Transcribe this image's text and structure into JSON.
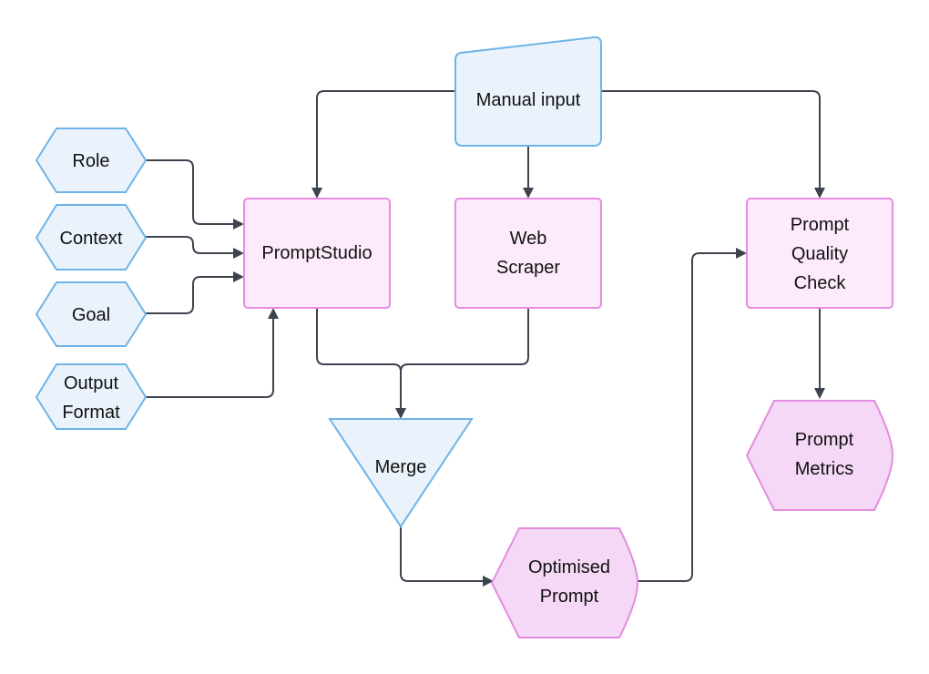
{
  "diagram": {
    "nodes": {
      "manual_input": {
        "lines": [
          "Manual input"
        ]
      },
      "role": {
        "lines": [
          "Role"
        ]
      },
      "context": {
        "lines": [
          "Context"
        ]
      },
      "goal": {
        "lines": [
          "Goal"
        ]
      },
      "output_format": {
        "lines": [
          "Output",
          "Format"
        ]
      },
      "prompt_studio": {
        "lines": [
          "PromptStudio"
        ]
      },
      "web_scraper": {
        "lines": [
          "Web",
          "Scraper"
        ]
      },
      "prompt_quality_check": {
        "lines": [
          "Prompt",
          "Quality",
          "Check"
        ]
      },
      "merge": {
        "lines": [
          "Merge"
        ]
      },
      "optimised_prompt": {
        "lines": [
          "Optimised",
          "Prompt"
        ]
      },
      "prompt_metrics": {
        "lines": [
          "Prompt",
          "Metrics"
        ]
      }
    },
    "colors": {
      "input_fill": "#eaf3fb",
      "input_stroke": "#6fb3e6",
      "process_fill": "#fdebfb",
      "process_stroke": "#e78be4",
      "output_fill": "#f4d8f5",
      "output_stroke": "#e28de0",
      "edge": "#3d4450"
    },
    "edges": [
      {
        "from": "manual_input",
        "to": "prompt_studio"
      },
      {
        "from": "manual_input",
        "to": "web_scraper"
      },
      {
        "from": "manual_input",
        "to": "prompt_quality_check"
      },
      {
        "from": "role",
        "to": "prompt_studio"
      },
      {
        "from": "context",
        "to": "prompt_studio"
      },
      {
        "from": "goal",
        "to": "prompt_studio"
      },
      {
        "from": "output_format",
        "to": "prompt_studio"
      },
      {
        "from": "prompt_studio",
        "to": "merge"
      },
      {
        "from": "web_scraper",
        "to": "merge"
      },
      {
        "from": "merge",
        "to": "optimised_prompt"
      },
      {
        "from": "optimised_prompt",
        "to": "prompt_quality_check"
      },
      {
        "from": "prompt_quality_check",
        "to": "prompt_metrics"
      }
    ]
  }
}
